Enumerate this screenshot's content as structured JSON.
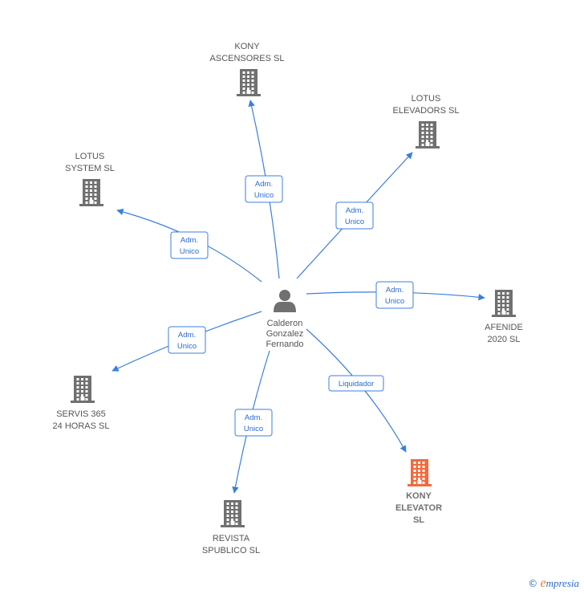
{
  "person": {
    "name_lines": [
      "Calderon",
      "Gonzalez",
      "Fernando"
    ],
    "icon": "person-icon",
    "color": "#707070"
  },
  "companies": [
    {
      "id": "kony-ascensores",
      "lines": [
        "KONY",
        "ASCENSORES SL"
      ],
      "color": "#707070",
      "role_lines": [
        "Adm.",
        "Unico"
      ]
    },
    {
      "id": "lotus-elevadors",
      "lines": [
        "LOTUS",
        "ELEVADORS SL"
      ],
      "color": "#707070",
      "role_lines": [
        "Adm.",
        "Unico"
      ]
    },
    {
      "id": "lotus-system",
      "lines": [
        "LOTUS",
        "SYSTEM  SL"
      ],
      "color": "#707070",
      "role_lines": [
        "Adm.",
        "Unico"
      ]
    },
    {
      "id": "afenide",
      "lines": [
        "AFENIDE",
        "2020 SL"
      ],
      "color": "#707070",
      "role_lines": [
        "Adm.",
        "Unico"
      ]
    },
    {
      "id": "servis-365",
      "lines": [
        "SERVIS 365",
        "24 HORAS  SL"
      ],
      "color": "#707070",
      "role_lines": [
        "Adm.",
        "Unico"
      ]
    },
    {
      "id": "revista-spublico",
      "lines": [
        "REVISTA",
        "SPUBLICO  SL"
      ],
      "color": "#707070",
      "role_lines": [
        "Adm.",
        "Unico"
      ]
    },
    {
      "id": "kony-elevator",
      "lines": [
        "KONY",
        "ELEVATOR",
        "SL"
      ],
      "color": "#f26a3d",
      "highlight": true,
      "role_lines": [
        "Liquidador"
      ]
    }
  ],
  "edge_color": "#3b7fde",
  "footer": {
    "symbol": "©",
    "brand_initial": "e",
    "brand_rest": "mpresia"
  }
}
